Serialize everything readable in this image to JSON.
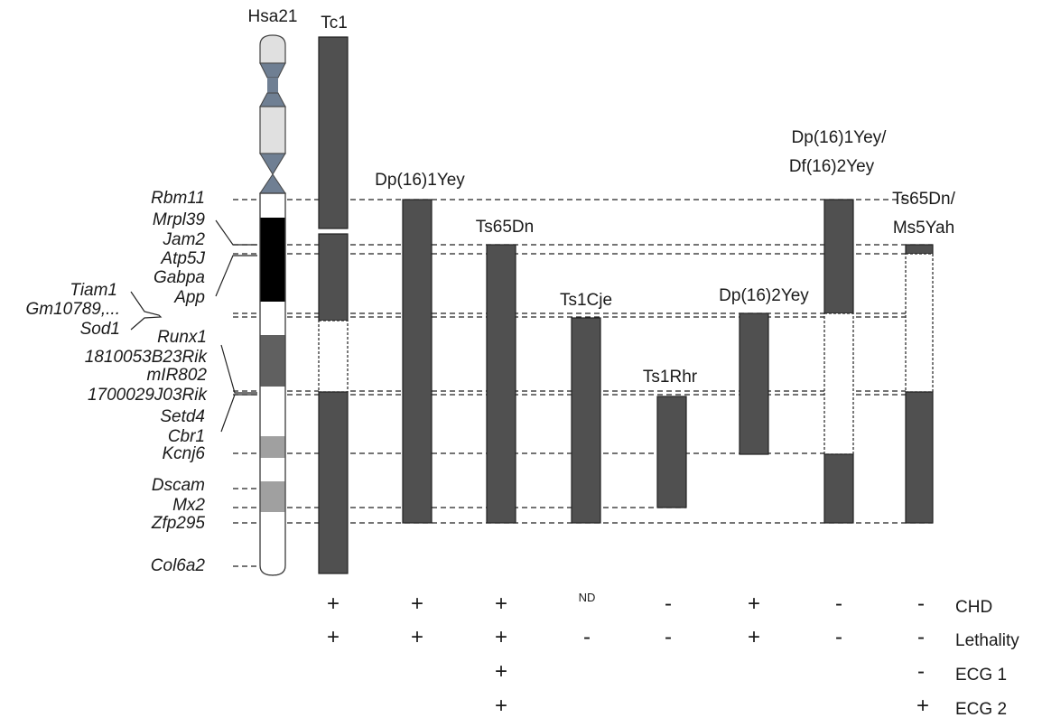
{
  "chromosome": {
    "label": "Hsa21"
  },
  "genes": [
    {
      "name": "Rbm11"
    },
    {
      "name": "Mrpl39"
    },
    {
      "name": "Jam2"
    },
    {
      "name": "Atp5J"
    },
    {
      "name": "Gabpa"
    },
    {
      "name": "App"
    },
    {
      "name": "Tiam1"
    },
    {
      "name": "Gm10789,..."
    },
    {
      "name": "Sod1"
    },
    {
      "name": "Runx1"
    },
    {
      "name": "1810053B23Rik"
    },
    {
      "name": "mIR802"
    },
    {
      "name": "1700029J03Rik"
    },
    {
      "name": "Setd4"
    },
    {
      "name": "Cbr1"
    },
    {
      "name": "Kcnj6"
    },
    {
      "name": "Dscam"
    },
    {
      "name": "Mx2"
    },
    {
      "name": "Zfp295"
    },
    {
      "name": "Col6a2"
    }
  ],
  "models": [
    {
      "label": "Tc1",
      "label_lines": [
        "Tc1"
      ],
      "phenotypes": [
        "+",
        "+",
        "",
        ""
      ]
    },
    {
      "label": "Dp(16)1Yey",
      "label_lines": [
        "Dp(16)1Yey"
      ],
      "phenotypes": [
        "+",
        "+",
        "",
        ""
      ]
    },
    {
      "label": "Ts65Dn",
      "label_lines": [
        "Ts65Dn"
      ],
      "phenotypes": [
        "+",
        "+",
        "+",
        "+"
      ]
    },
    {
      "label": "Ts1Cje",
      "label_lines": [
        "Ts1Cje"
      ],
      "phenotypes": [
        "ND",
        "-",
        "",
        ""
      ]
    },
    {
      "label": "Ts1Rhr",
      "label_lines": [
        "Ts1Rhr"
      ],
      "phenotypes": [
        "-",
        "-",
        "",
        ""
      ]
    },
    {
      "label": "Dp(16)2Yey",
      "label_lines": [
        "Dp(16)2Yey"
      ],
      "phenotypes": [
        "+",
        "+",
        "",
        ""
      ]
    },
    {
      "label": "Dp(16)1Yey/Df(16)2Yey",
      "label_lines": [
        "Dp(16)1Yey/",
        "Df(16)2Yey"
      ],
      "phenotypes": [
        "-",
        "-",
        "",
        ""
      ]
    },
    {
      "label": "Ts65Dn/Ms5Yah",
      "label_lines": [
        "Ts65Dn/",
        "Ms5Yah"
      ],
      "phenotypes": [
        "-",
        "-",
        "-",
        "+"
      ]
    }
  ],
  "phenotype_rows": [
    "CHD",
    "Lethality",
    "ECG 1",
    "ECG 2"
  ],
  "colors": {
    "segment_dark": "#505050",
    "centromere": "#6f7f93",
    "band_black": "#000000",
    "band_dark": "#606060",
    "band_light": "#a0a0a0",
    "p_arm": "#e0e0e0"
  }
}
